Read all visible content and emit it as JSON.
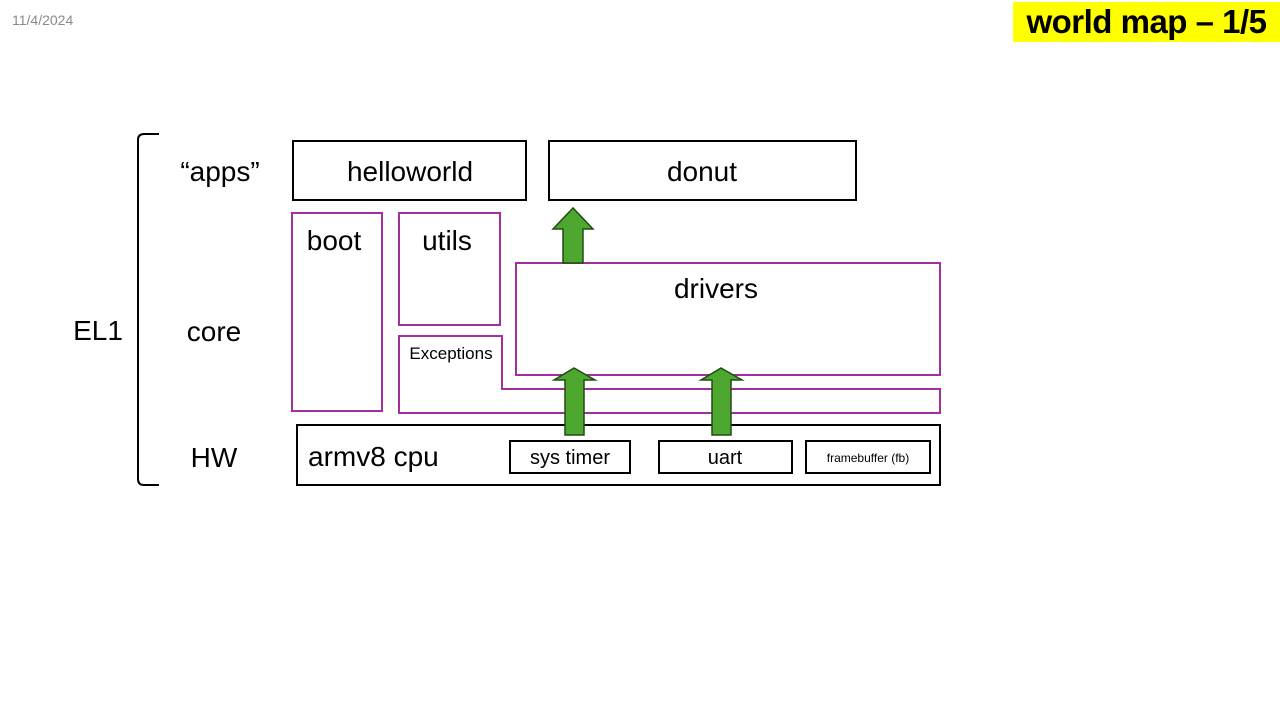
{
  "header": {
    "date": "11/4/2024",
    "title": "world map – 1/5"
  },
  "colors": {
    "title_highlight": "#ffff00",
    "module_border": "#a030a0",
    "box_border": "#000000",
    "arrow_fill": "#4ea72e",
    "arrow_stroke": "#1f4d12"
  },
  "diagram": {
    "privilege_level": "EL1",
    "layers": {
      "apps": "“apps”",
      "core": "core",
      "hw": "HW"
    },
    "apps": {
      "helloworld": "helloworld",
      "donut": "donut"
    },
    "core": {
      "boot": "boot",
      "utils": "utils",
      "drivers": "drivers",
      "exceptions": "Exceptions"
    },
    "hw": {
      "cpu": "armv8 cpu",
      "sys_timer": "sys timer",
      "uart": "uart",
      "framebuffer": "framebuffer (fb)"
    }
  }
}
